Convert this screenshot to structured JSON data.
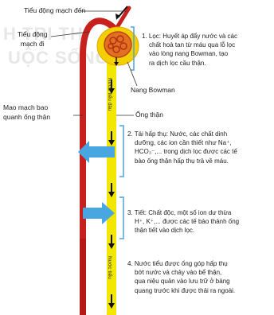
{
  "colors": {
    "capillary": "#c8201d",
    "tubule": "#f3e600",
    "glomerulus_fill": "#e2701e",
    "capsule": "#f5d000",
    "arrow_blue": "#48a7e0",
    "arrow_black": "#111111",
    "bracket": "#4aa3dc",
    "leader_line": "#333333",
    "watermark": "#e7e7e7"
  },
  "watermark": {
    "line1": "H TRI TH",
    "line2": "UỘC SỐNG"
  },
  "labels": {
    "afferent": "Tiểu động mạch đến",
    "efferent_line1": "Tiểu động",
    "efferent_line2": "mạch đi",
    "capillary_line1": "Mao mạch bao",
    "capillary_line2": "quanh ống thận",
    "bowman": "Nang Bowman",
    "tubule": "Ống thận",
    "tube_top": "Nước tiểu đầu",
    "tube_bottom": "Nước tiểu"
  },
  "steps": [
    {
      "lines": [
        "1. Lọc: Huyết áp đẩy nước và các",
        "chất hoà tan từ máu qua lỗ lọc",
        "vào lòng nang Bowman, tạo",
        "ra dịch lọc cầu thận."
      ]
    },
    {
      "lines": [
        "2. Tái hấp thụ: Nước, các chất dinh",
        "dưỡng, các ion cần thiết như Na⁺,",
        "HCO₃⁻,... trong dịch lọc được các tế",
        "bào ống thận hấp thụ trả về máu."
      ]
    },
    {
      "lines": [
        "3. Tiết: Chất độc, một số ion dư thừa",
        "H⁺, K⁺,... được các tế bào thành ống",
        "thận tiết vào dịch lọc."
      ]
    },
    {
      "lines": [
        "4. Nước tiểu được ống góp hấp thụ",
        "bớt nước và chảy vào bể thận,",
        "qua niệu quản vào lưu trữ ở bàng",
        "quang trước khi được thải ra ngoài."
      ]
    }
  ]
}
